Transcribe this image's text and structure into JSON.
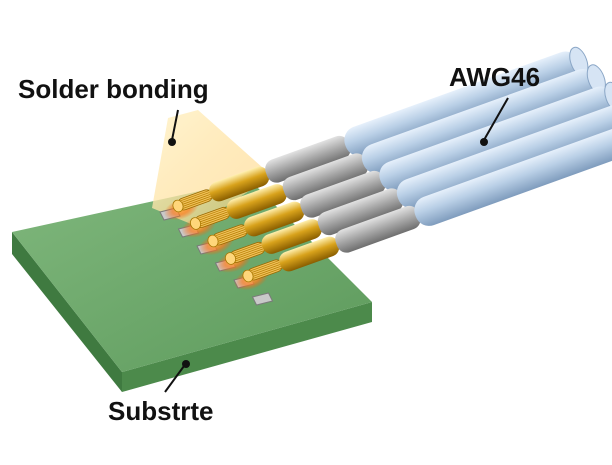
{
  "labels": {
    "solder_bonding": "Solder bonding",
    "awg46": "AWG46",
    "substrate": "Substrte"
  },
  "colors": {
    "substrate": "#5d9a5c",
    "jacket": "#b9cfe6",
    "shield": "#a7a7a7",
    "conductor": "#d8a21b",
    "strands": "#f0c05a",
    "solder_glow": "#ff7a1a",
    "pad": "#c9c9c9",
    "highlight_cone": "#ffe3a0"
  },
  "cable": {
    "count": 5
  }
}
